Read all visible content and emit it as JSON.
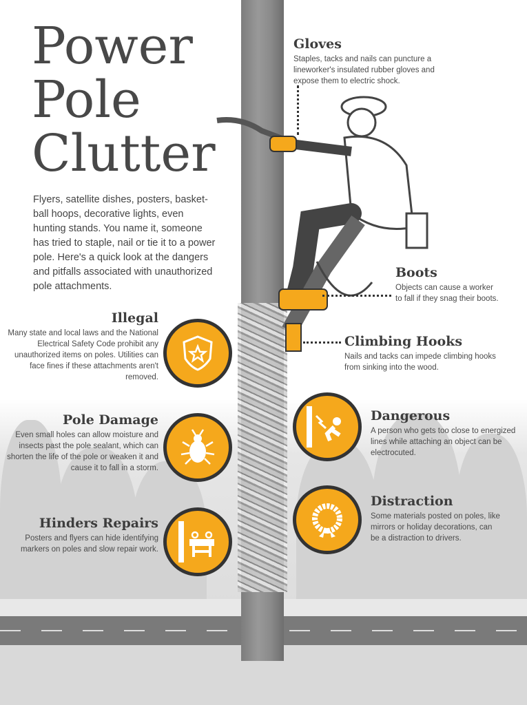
{
  "title": {
    "line1": "Power",
    "line2": "Pole",
    "line3": "Clutter"
  },
  "intro": "Flyers, satellite dishes, posters, basket-ball hoops, decorative lights, even hunting stands. You name it, someone has tried to staple, nail or tie it to a power pole. Here's a quick look at the dangers and pitfalls associated with unauthorized pole attachments.",
  "callouts": {
    "gloves": {
      "heading": "Gloves",
      "text": "Staples, tacks and nails can puncture a lineworker's insulated rubber gloves and expose them to electric shock."
    },
    "boots": {
      "heading": "Boots",
      "text": "Objects can cause a worker to fall if they snag their boots."
    },
    "hooks": {
      "heading": "Climbing Hooks",
      "text": "Nails and tacks can impede climbing hooks from sinking into the wood."
    }
  },
  "items": [
    {
      "heading": "Illegal",
      "text": "Many state and local laws and the National Electrical Safety Code prohibit any unauthorized items on poles. Utilities can face fines if these attachments aren't removed.",
      "icon": "badge-star-icon"
    },
    {
      "heading": "Pole Damage",
      "text": "Even small holes can allow moisture and insects past the pole sealant, which can shorten the life of the pole or weaken it and cause it to fall in a storm.",
      "icon": "bug-icon"
    },
    {
      "heading": "Hinders Repairs",
      "text": "Posters and flyers can hide identifying markers on poles and slow repair work.",
      "icon": "barricade-icon"
    },
    {
      "heading": "Dangerous",
      "text": "A person who gets too close to energized lines while attaching an object can be electrocuted.",
      "icon": "electrocution-icon"
    },
    {
      "heading": "Distraction",
      "text": "Some materials posted on poles, like mirrors or holiday decorations, can be a distraction to drivers.",
      "icon": "wreath-icon"
    }
  ],
  "colors": {
    "accent": "#f5a81c",
    "ring": "#333333",
    "text": "#444444"
  }
}
